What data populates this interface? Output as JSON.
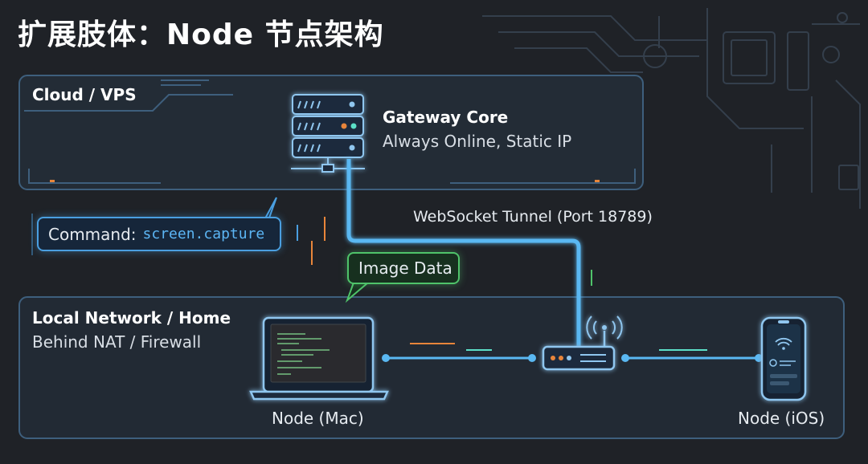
{
  "title": "扩展肢体：Node 节点架构",
  "cloud_zone": {
    "label": "Cloud / VPS"
  },
  "gateway": {
    "title": "Gateway Core",
    "subtitle": "Always Online, Static IP"
  },
  "tunnel_label": "WebSocket Tunnel (Port 18789)",
  "command_bubble": {
    "prefix": "Command:",
    "code": "screen.capture"
  },
  "image_bubble": {
    "label": "Image Data"
  },
  "local_zone": {
    "label": "Local Network / Home",
    "subtitle": "Behind NAT / Firewall"
  },
  "nodes": {
    "mac_label": "Node (Mac)",
    "ios_label": "Node (iOS)"
  },
  "colors": {
    "background": "#1f2227",
    "accent_blue": "#4a9fe0",
    "tunnel_blue": "#5ab8f2",
    "accent_green": "#4fc36a",
    "accent_orange": "#e8853a"
  }
}
